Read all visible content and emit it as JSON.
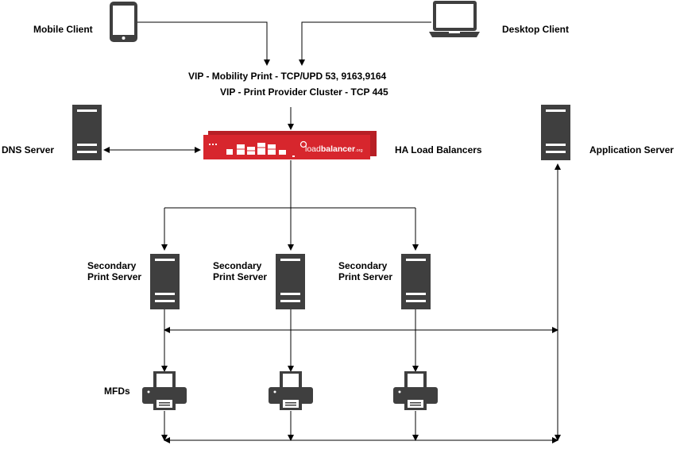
{
  "labels": {
    "mobile_client": "Mobile Client",
    "desktop_client": "Desktop Client",
    "vip_mobility": "VIP - Mobility Print - TCP/UPD 53, 9163,9164",
    "vip_provider": "VIP - Print Provider Cluster - TCP 445",
    "dns_server": "DNS Server",
    "ha_load_balancers": "HA Load Balancers",
    "application_server": "Application Server",
    "secondary_1": "Secondary Print Server",
    "secondary_2": "Secondary Print Server",
    "secondary_3": "Secondary Print Server",
    "mfds": "MFDs"
  },
  "load_balancer": {
    "brand_light": "load",
    "brand_bold": "balancer",
    "brand_suffix": ".org"
  },
  "colors": {
    "icon_fill": "#3f3f3f",
    "load_balancer_red": "#d7262d",
    "line": "#000000"
  }
}
